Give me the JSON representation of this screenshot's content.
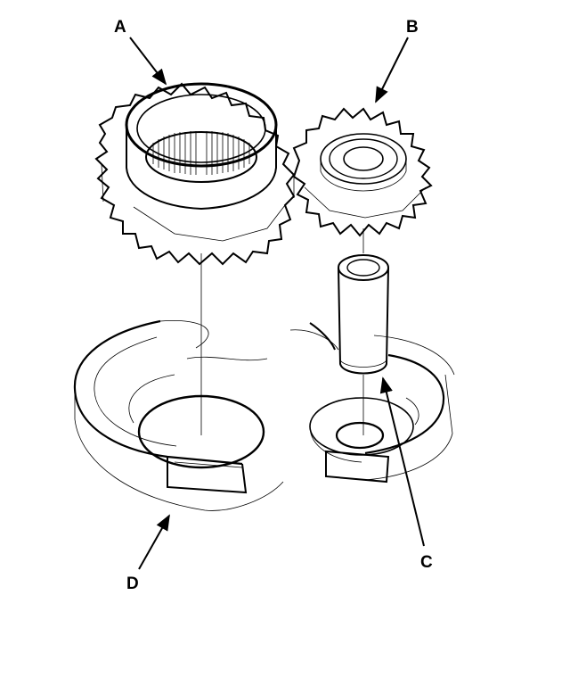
{
  "callouts": {
    "a": "A",
    "b": "B",
    "c": "C",
    "d": "D"
  },
  "colors": {
    "ink": "#000000",
    "paper": "#ffffff"
  },
  "icons": {
    "gear_large": "large-gear-with-needle-bearing-icon",
    "gear_small": "small-idler-gear-icon",
    "shaft": "gear-shaft-icon",
    "housing": "housing-bosses-icon"
  }
}
